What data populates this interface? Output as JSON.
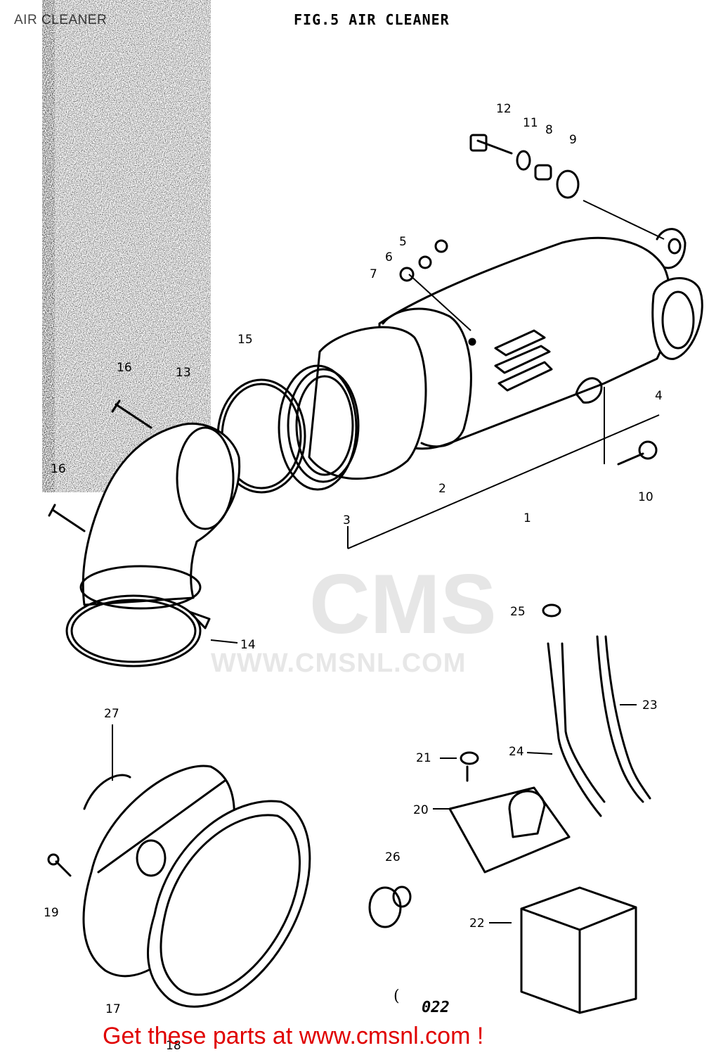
{
  "page": {
    "label": "AIR CLEANER",
    "figure_title": "FIG.5  AIR CLEANER",
    "reference_code": "022",
    "reference_mark": "(",
    "promo_text": "Get these parts at www.cmsnl.com !",
    "promo_color": "#e00000"
  },
  "watermark": {
    "logo": "CMS",
    "url": "WWW.CMSNL.COM"
  },
  "callouts": [
    {
      "id": "c1",
      "label": "1"
    },
    {
      "id": "c2",
      "label": "2"
    },
    {
      "id": "c3",
      "label": "3"
    },
    {
      "id": "c4",
      "label": "4"
    },
    {
      "id": "c5",
      "label": "5"
    },
    {
      "id": "c6",
      "label": "6"
    },
    {
      "id": "c7",
      "label": "7"
    },
    {
      "id": "c8",
      "label": "8"
    },
    {
      "id": "c9",
      "label": "9"
    },
    {
      "id": "c10",
      "label": "10"
    },
    {
      "id": "c11",
      "label": "11"
    },
    {
      "id": "c12",
      "label": "12"
    },
    {
      "id": "c13",
      "label": "13"
    },
    {
      "id": "c14",
      "label": "14"
    },
    {
      "id": "c15",
      "label": "15"
    },
    {
      "id": "c16a",
      "label": "16"
    },
    {
      "id": "c16b",
      "label": "16"
    },
    {
      "id": "c17",
      "label": "17"
    },
    {
      "id": "c18",
      "label": "18"
    },
    {
      "id": "c19",
      "label": "19"
    },
    {
      "id": "c20",
      "label": "20"
    },
    {
      "id": "c21",
      "label": "21"
    },
    {
      "id": "c22",
      "label": "22"
    },
    {
      "id": "c23",
      "label": "23"
    },
    {
      "id": "c24",
      "label": "24"
    },
    {
      "id": "c25",
      "label": "25"
    },
    {
      "id": "c26",
      "label": "26"
    },
    {
      "id": "c27",
      "label": "27"
    }
  ]
}
